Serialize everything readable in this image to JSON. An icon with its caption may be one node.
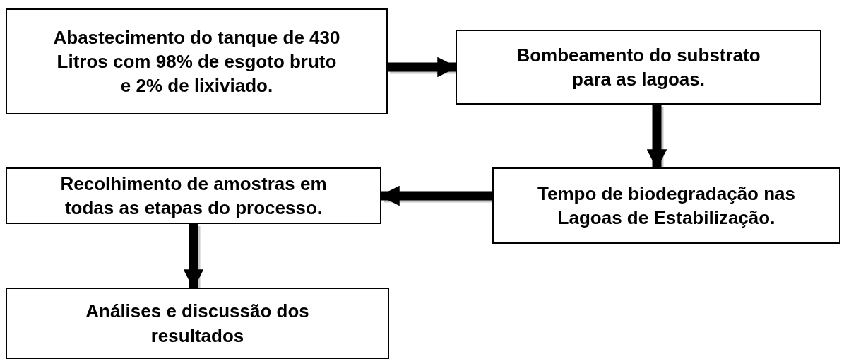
{
  "diagram": {
    "nodes": [
      {
        "text": [
          "Abastecimento do tanque de 430 Litros com 98% de esgoto bruto e 2% de lixiviado."
        ]
      },
      {
        "text": [
          "Bombeamento do substrato para as lagoas."
        ]
      },
      {
        "text": [
          "Tempo de biodegradação nas Lagoas de Estabilização."
        ]
      },
      {
        "text": [
          "Recolhimento de amostras em todas as etapas do processo."
        ]
      },
      {
        "text": [
          "Análises e discussão dos resultados"
        ]
      }
    ],
    "edges": [
      {
        "from": 0,
        "to": 1,
        "arrow": "to"
      },
      {
        "from": 1,
        "to": 2,
        "arrow": "to"
      },
      {
        "from": 2,
        "to": 3,
        "arrow": "to"
      },
      {
        "from": 3,
        "to": 4,
        "arrow": "to"
      }
    ]
  }
}
